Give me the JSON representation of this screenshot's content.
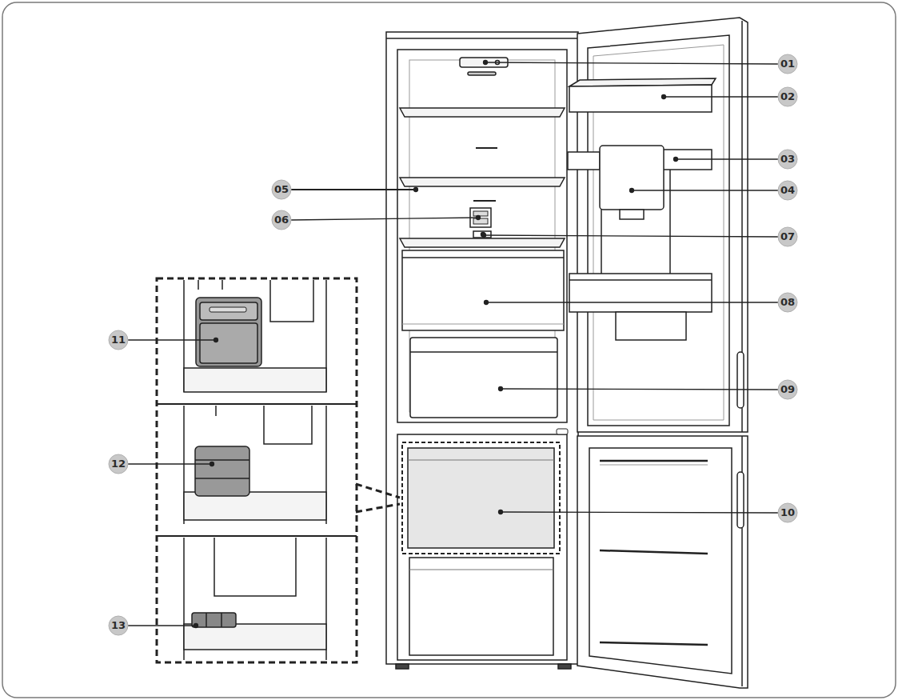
{
  "diagram": {
    "labels": [
      "01",
      "02",
      "03",
      "04",
      "05",
      "06",
      "07",
      "08",
      "09",
      "10",
      "11",
      "12",
      "13"
    ]
  }
}
